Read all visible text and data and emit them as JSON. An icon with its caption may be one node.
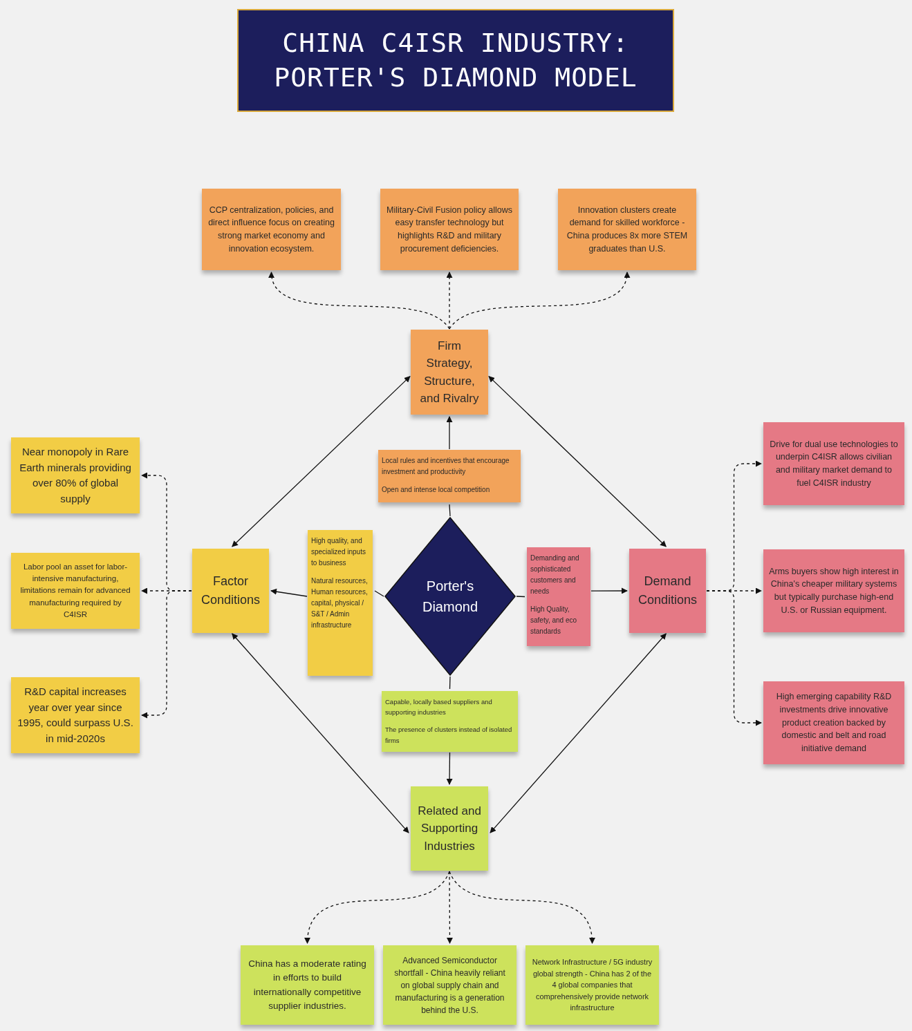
{
  "diagram": {
    "title": "CHINA C4ISR INDUSTRY: PORTER'S DIAMOND MODEL",
    "nodes": [
      {
        "text": [
          "CCP centralization, policies, and direct influence focus on creating strong market economy and innovation ecosystem."
        ]
      },
      {
        "text": [
          "Military-Civil Fusion policy allows easy transfer technology but highlights R&D and military procurement deficiencies."
        ]
      },
      {
        "text": [
          "Innovation clusters create demand for skilled workforce - China produces 8x more STEM graduates than U.S."
        ]
      },
      {
        "text": [
          "Firm Strategy, Structure, and Rivalry"
        ]
      },
      {
        "text": [
          "Local rules and incentives that encourage investment and productivity",
          "Open and intense local competition"
        ]
      },
      {
        "text": [
          "Near monopoly in Rare Earth minerals providing over 80% of global supply"
        ]
      },
      {
        "text": [
          "Labor pool an asset for labor-intensive manufacturing, limitations remain for advanced manufacturing required by C4ISR"
        ]
      },
      {
        "text": [
          "R&D capital  increases year over year since 1995, could surpass U.S. in mid-2020s"
        ]
      },
      {
        "text": [
          "Factor Conditions"
        ]
      },
      {
        "text": [
          "High quality, and specialized inputs to business",
          "Natural resources, Human resources, capital, physical / S&T  / Admin infrastructure"
        ]
      },
      {
        "text": [
          "Porter's Diamond"
        ]
      },
      {
        "text": [
          "Demanding and sophisticated customers and needs",
          "High Quality, safety, and eco standards"
        ]
      },
      {
        "text": [
          "Demand Conditions"
        ]
      },
      {
        "text": [
          "Drive for dual use technologies to underpin C4ISR allows civilian and military market demand to fuel C4ISR industry"
        ]
      },
      {
        "text": [
          "Arms buyers show high interest in China's cheaper military systems but typically purchase high-end U.S. or Russian equipment."
        ]
      },
      {
        "text": [
          "High emerging capability R&D investments drive innovative product creation backed by domestic and belt and road initiative demand"
        ]
      },
      {
        "text": [
          "Capable, locally based suppliers and supporting industries",
          "The presence of clusters instead of isolated firms"
        ]
      },
      {
        "text": [
          "Related and Supporting Industries"
        ]
      },
      {
        "text": [
          "China has a moderate rating in efforts to build internationally competitive supplier industries."
        ]
      },
      {
        "text": [
          "Advanced Semiconductor shortfall  - China heavily reliant on global supply chain and manufacturing is a generation behind the U.S."
        ]
      },
      {
        "text": [
          "Network Infrastructure / 5G industry global strength - China has 2 of the 4 global companies that comprehensively provide network infrastructure"
        ]
      }
    ],
    "edges": [
      {
        "from": 3,
        "to": 0,
        "arrow": "to",
        "style": "dashed"
      },
      {
        "from": 3,
        "to": 1,
        "arrow": "to",
        "style": "dashed"
      },
      {
        "from": 3,
        "to": 2,
        "arrow": "to",
        "style": "dashed"
      },
      {
        "from": 3,
        "to": 8,
        "arrow": "both"
      },
      {
        "from": 3,
        "to": 12,
        "arrow": "both"
      },
      {
        "from": 8,
        "to": 17,
        "arrow": "both"
      },
      {
        "from": 12,
        "to": 17,
        "arrow": "both"
      },
      {
        "from": 10,
        "to": 4,
        "arrow": "none"
      },
      {
        "from": 4,
        "to": 3,
        "arrow": "to"
      },
      {
        "from": 10,
        "to": 9,
        "arrow": "none"
      },
      {
        "from": 9,
        "to": 8,
        "arrow": "to"
      },
      {
        "from": 10,
        "to": 11,
        "arrow": "none"
      },
      {
        "from": 11,
        "to": 12,
        "arrow": "to"
      },
      {
        "from": 10,
        "to": 16,
        "arrow": "none"
      },
      {
        "from": 16,
        "to": 17,
        "arrow": "to"
      },
      {
        "from": 8,
        "to": 5,
        "arrow": "to",
        "style": "dashed"
      },
      {
        "from": 8,
        "to": 6,
        "arrow": "to",
        "style": "dashed"
      },
      {
        "from": 8,
        "to": 7,
        "arrow": "to",
        "style": "dashed"
      },
      {
        "from": 12,
        "to": 13,
        "arrow": "to",
        "style": "dashed"
      },
      {
        "from": 12,
        "to": 14,
        "arrow": "to",
        "style": "dashed"
      },
      {
        "from": 12,
        "to": 15,
        "arrow": "to",
        "style": "dashed"
      },
      {
        "from": 17,
        "to": 18,
        "arrow": "to",
        "style": "dashed"
      },
      {
        "from": 17,
        "to": 19,
        "arrow": "to",
        "style": "dashed"
      },
      {
        "from": 17,
        "to": 20,
        "arrow": "to",
        "style": "dashed"
      }
    ]
  }
}
